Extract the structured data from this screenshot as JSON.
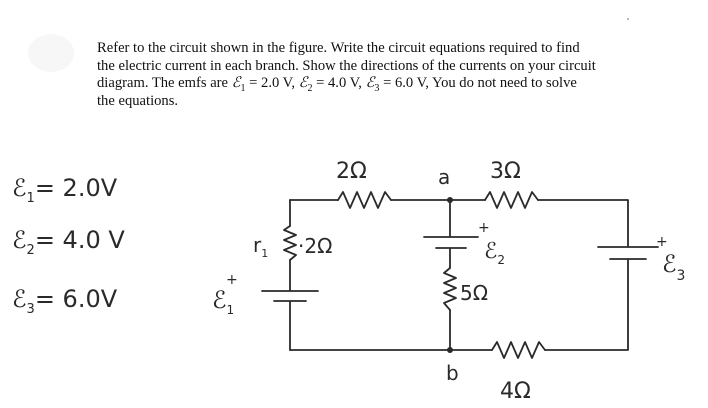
{
  "problem": {
    "line1": "Refer to the circuit shown in the figure. Write the circuit equations required to find",
    "line2": "the electric current in each branch. Show the directions of the currents on your circuit",
    "line3_prefix": "diagram. The emfs are ",
    "emf1_symbol": "ℰ",
    "emf1_sub": "1",
    "emf1_value": " = 2.0 V, ",
    "emf2_symbol": "ℰ",
    "emf2_sub": "2",
    "emf2_value": " = 4.0 V, ",
    "emf3_symbol": "ℰ",
    "emf3_sub": "3",
    "emf3_value": " = 6.0 V, You do not need to solve",
    "line4": "the equations."
  },
  "handwritten_values": {
    "emf1": {
      "symbol": "ℰ",
      "sub": "1",
      "text": "= 2.0V"
    },
    "emf2": {
      "symbol": "ℰ",
      "sub": "2",
      "text": "= 4.0 V"
    },
    "emf3": {
      "symbol": "ℰ",
      "sub": "3",
      "text": "= 6.0V"
    }
  },
  "diagram": {
    "r_top_left": "2Ω",
    "r_top_right": "3Ω",
    "r_internal_symbol": "r",
    "r_internal_sub": "1",
    "r_internal_value": "·2Ω",
    "r_middle": "5Ω",
    "r_bottom": "4Ω",
    "node_a": "a",
    "node_b": "b",
    "emf_left": {
      "symbol": "ℰ",
      "sub": "1",
      "plus": "+"
    },
    "emf_middle": {
      "symbol": "ℰ",
      "sub": "2",
      "plus": "+"
    },
    "emf_right": {
      "symbol": "ℰ",
      "sub": "3",
      "plus": "+"
    }
  },
  "colors": {
    "ink": "#2a2a2a",
    "text": "#111111",
    "background": "#ffffff"
  }
}
